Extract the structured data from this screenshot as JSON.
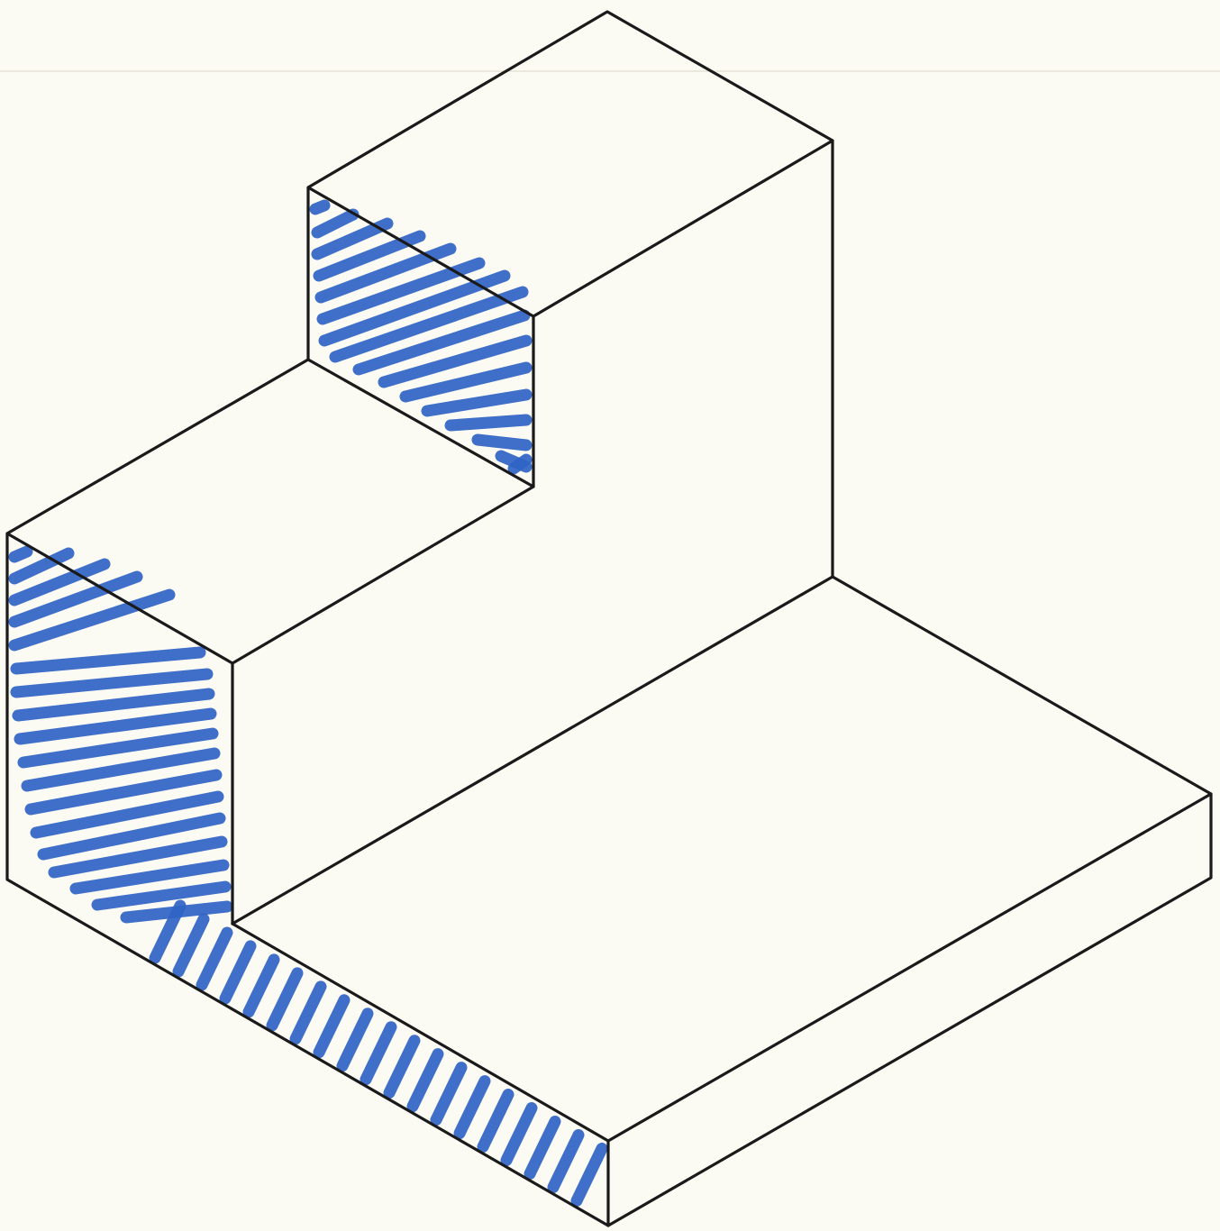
{
  "figure": {
    "subject": "isometric-stepped-block",
    "colors": {
      "paper": "#fbfaf3",
      "outline": "#1a1a1a",
      "hatch": "#2f63c4"
    },
    "hatched_faces": [
      "upper-step-front-face",
      "lower-step-front-face",
      "base-slab-left-face"
    ]
  }
}
